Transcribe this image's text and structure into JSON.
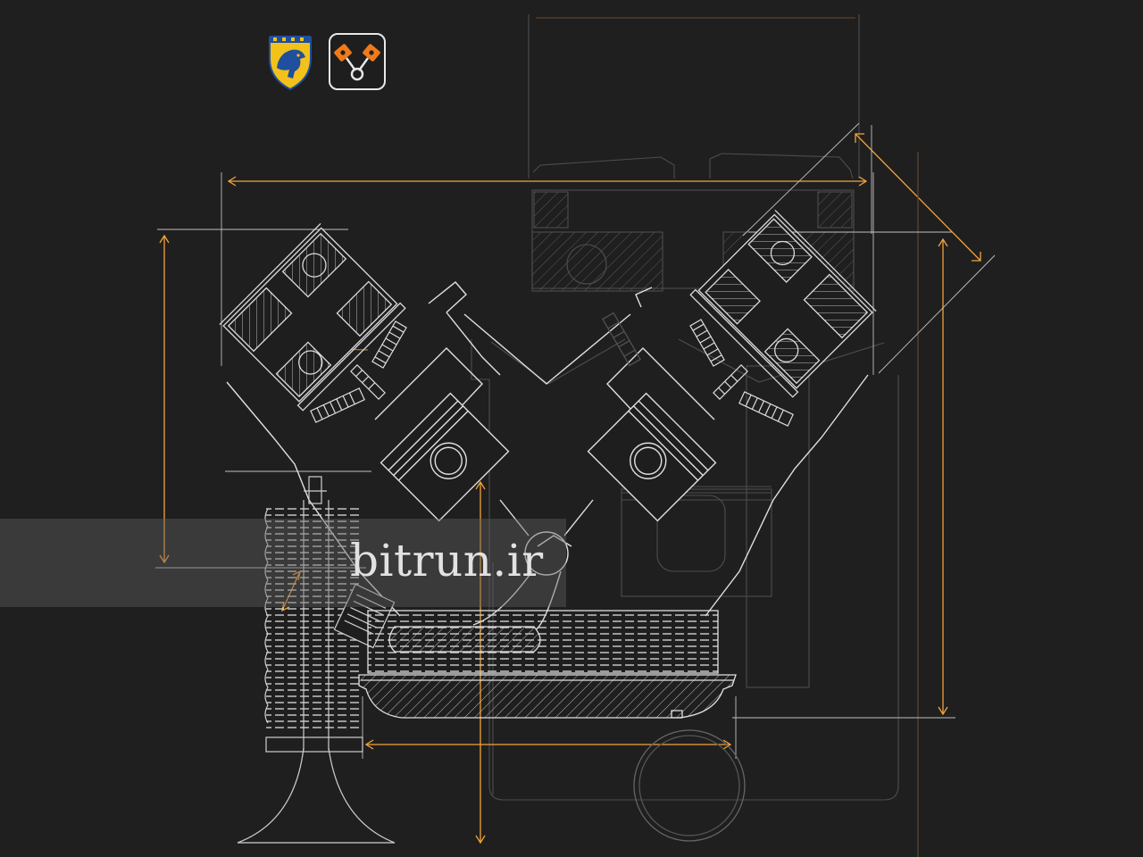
{
  "watermark": {
    "text": "bitrun.ir"
  },
  "logos": [
    {
      "name": "ikco-logo",
      "icon": "shield-horse-icon"
    },
    {
      "name": "app-logo",
      "icon": "engine-pistons-icon"
    }
  ],
  "colors": {
    "background": "#201f1f",
    "line": "#d9d9d9",
    "dim_line": "#f2a33a",
    "accent_orange": "#f07a1a",
    "ikco_gold": "#f2c21b",
    "ikco_blue": "#1f4f9e"
  }
}
